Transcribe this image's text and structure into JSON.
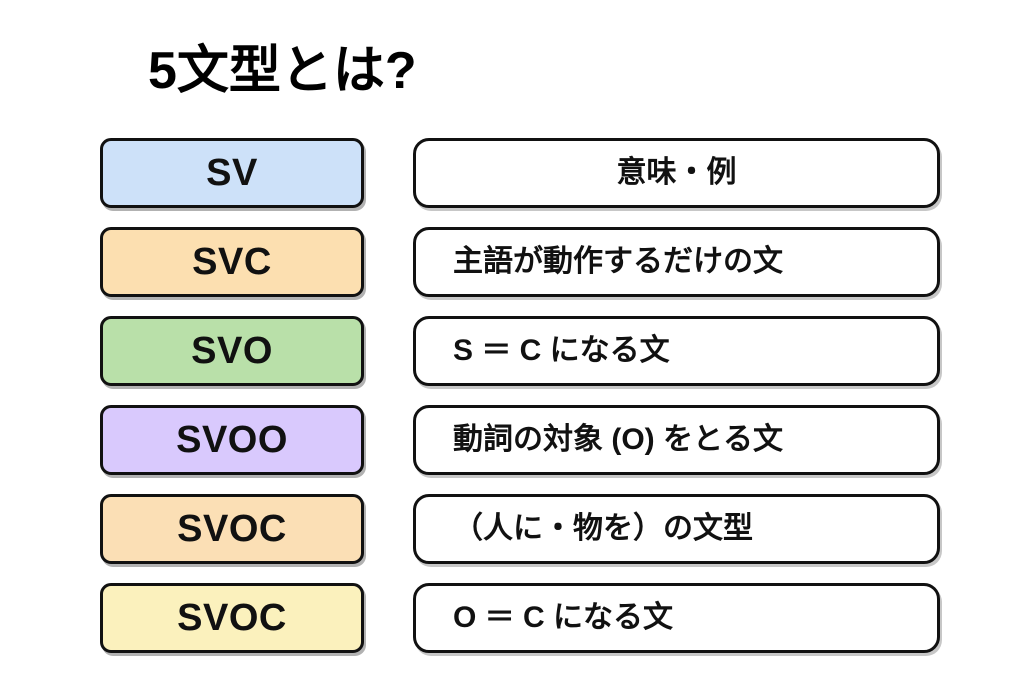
{
  "slide": {
    "background_color": "#ffffff",
    "title": "5文型とは?"
  },
  "table": {
    "header_row_index": 0,
    "rows": [
      {
        "pattern": "SV",
        "pattern_color": "#cde1f9",
        "description": "意味・例",
        "description_align": "center",
        "is_header": true
      },
      {
        "pattern": "SVC",
        "pattern_color": "#fcdfb0",
        "description": "主語が動作するだけの文",
        "description_align": "left",
        "is_header": false
      },
      {
        "pattern": "SVO",
        "pattern_color": "#b9e0a9",
        "description": "S ＝ C になる文",
        "description_align": "left",
        "is_header": false
      },
      {
        "pattern": "SVOO",
        "pattern_color": "#d9c9fd",
        "description": "動詞の対象 (O) をとる文",
        "description_align": "left",
        "is_header": false
      },
      {
        "pattern": "SVOC",
        "pattern_color": "#fbdfb5",
        "description": "（人に・物を）の文型",
        "description_align": "left",
        "is_header": false
      },
      {
        "pattern": "SVOC",
        "pattern_color": "#fbf1bd",
        "description": "O ＝ C になる文",
        "description_align": "left",
        "is_header": false
      }
    ]
  },
  "style": {
    "border_color": "#111111",
    "text_color": "#111111"
  }
}
